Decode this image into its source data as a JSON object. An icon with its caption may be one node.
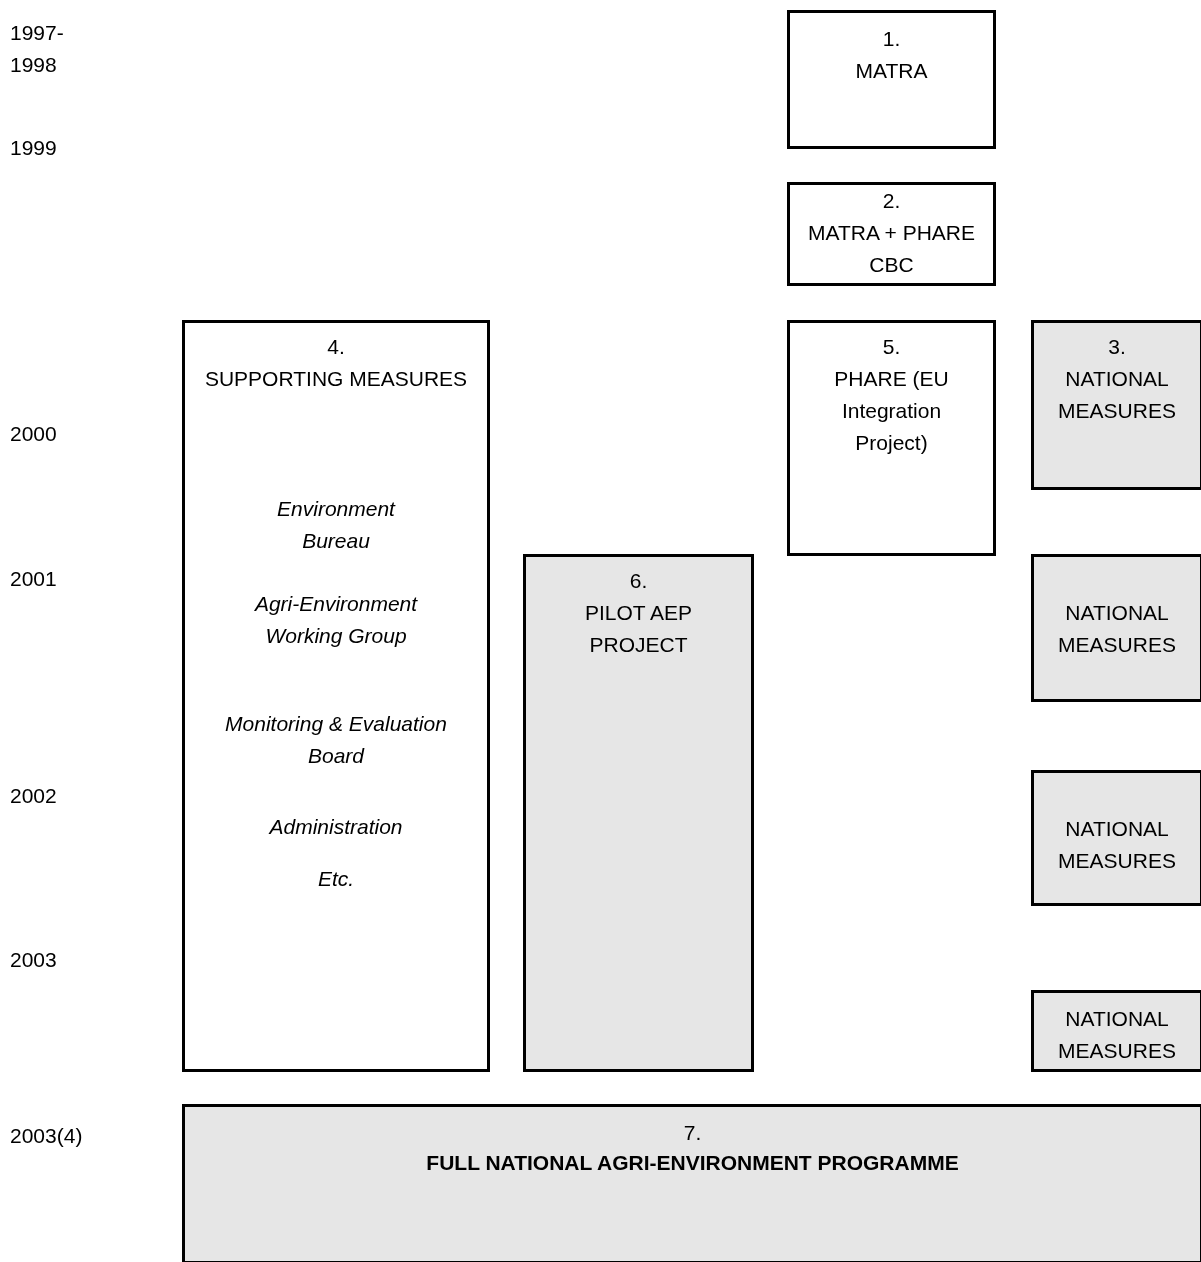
{
  "diagram": {
    "nodes": [
      {
        "text": [
          "1.",
          "MATRA"
        ]
      },
      {
        "text": [
          "2.",
          "MATRA + PHARE CBC"
        ]
      },
      {
        "text": [
          "4.",
          "SUPPORTING MEASURES",
          "Environment Bureau",
          "Agri-Environment Working Group",
          "Monitoring & Evaluation Board",
          "Administration",
          "Etc."
        ]
      },
      {
        "text": [
          "5.",
          "PHARE (EU Integration Project)"
        ]
      },
      {
        "text": [
          "3.",
          "NATIONAL MEASURES"
        ]
      },
      {
        "text": [
          "6.",
          "PILOT AEP PROJECT"
        ]
      },
      {
        "text": [
          "NATIONAL MEASURES"
        ]
      },
      {
        "text": [
          "NATIONAL MEASURES"
        ]
      },
      {
        "text": [
          "NATIONAL MEASURES"
        ]
      },
      {
        "text": [
          "7.",
          "FULL NATIONAL AGRI-ENVIRONMENT PROGRAMME"
        ]
      }
    ],
    "labels": [
      "1997- 1998",
      "1999",
      "2000",
      "2001",
      "2002",
      "2003",
      "2003(4)"
    ]
  }
}
